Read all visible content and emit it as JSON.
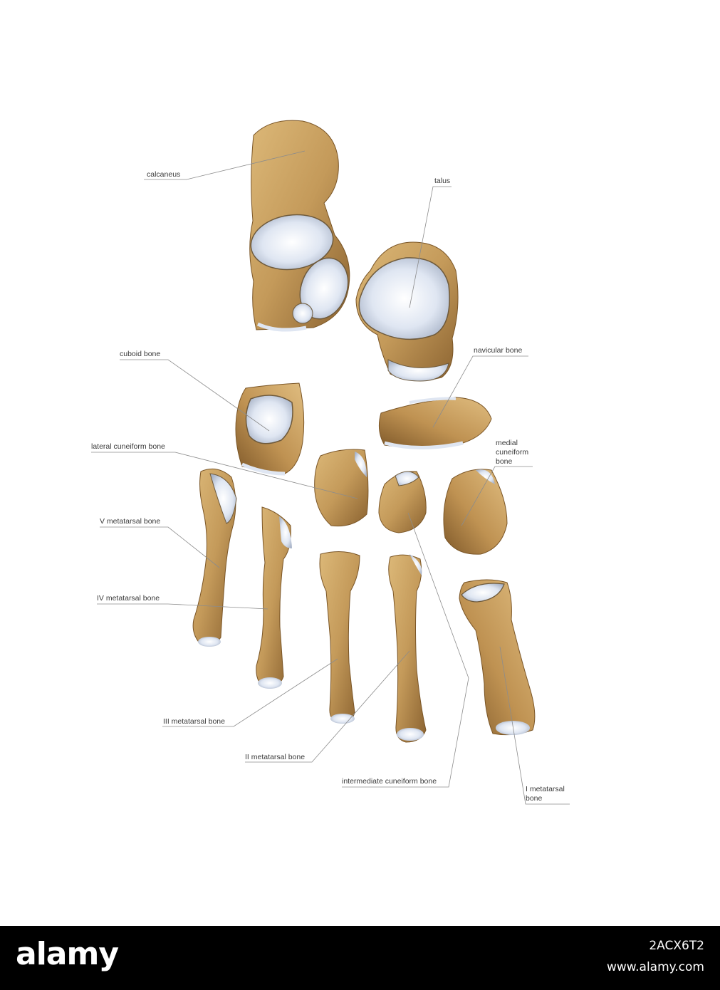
{
  "labels": {
    "calcaneus": "calcaneus",
    "talus": "talus",
    "cuboid": "cuboid bone",
    "navicular": "navicular bone",
    "lateral_cuneiform": "lateral cuneiform bone",
    "medial_cuneiform": "medial\ncuneiform\nbone",
    "v_metatarsal": "V metatarsal bone",
    "iv_metatarsal": "IV metatarsal bone",
    "iii_metatarsal": "III metatarsal bone",
    "ii_metatarsal": "II metatarsal bone",
    "intermediate_cuneiform": "intermediate cuneiform bone",
    "i_metatarsal": "I metatarsal\nbone"
  },
  "footer": {
    "brand": "alamy",
    "image_id": "2ACX6T2",
    "site": "www.alamy.com"
  },
  "colors": {
    "bone": "#c49a5a",
    "bone_dark": "#8a6230",
    "cartilage": "#dfe6f2",
    "leader": "#8c8c8c",
    "footer_bg": "#000000"
  }
}
